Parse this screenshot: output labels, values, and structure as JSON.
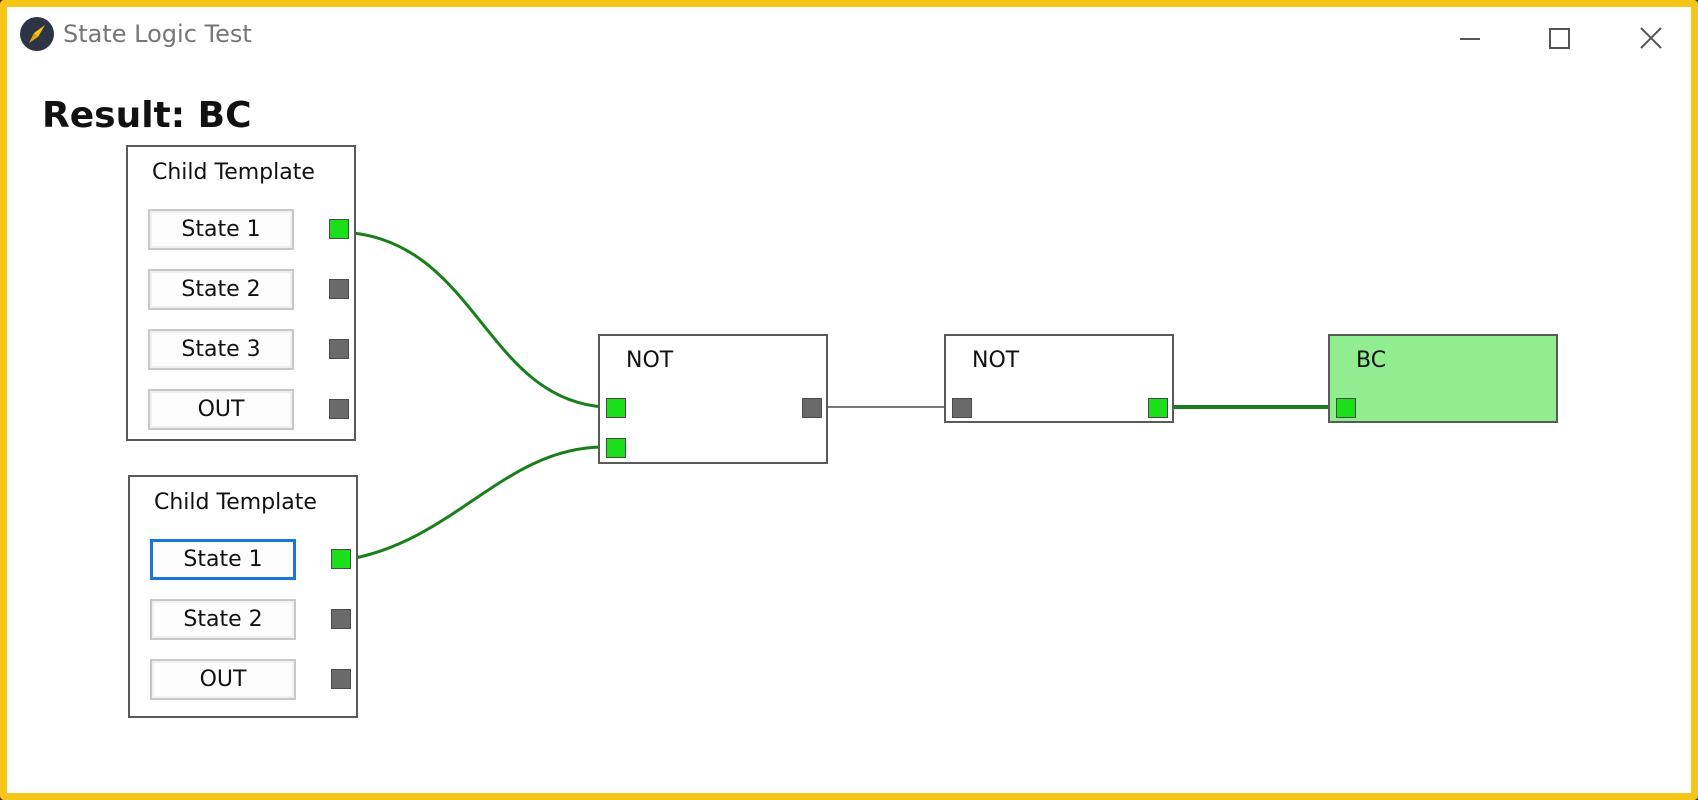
{
  "window": {
    "title": "State Logic Test"
  },
  "result": {
    "text": "Result: BC"
  },
  "templates": [
    {
      "title": "Child Template",
      "states": [
        "State 1",
        "State 2",
        "State 3",
        "OUT"
      ]
    },
    {
      "title": "Child Template",
      "states": [
        "State 1",
        "State 2",
        "OUT"
      ]
    }
  ],
  "gates": [
    {
      "label": "NOT"
    },
    {
      "label": "NOT"
    }
  ],
  "output": {
    "label": "BC"
  },
  "colors": {
    "active_port": "#1bdf1b",
    "inactive_port": "#6a6a6a",
    "active_wire": "#1a7f1a",
    "output_fill": "#90ee90",
    "window_border": "#f5c518",
    "focus": "#1977d6"
  }
}
